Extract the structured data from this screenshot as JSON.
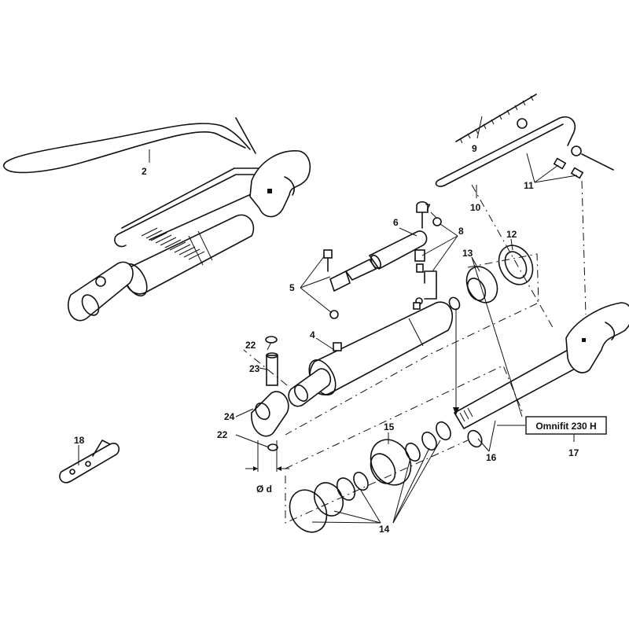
{
  "diagram": {
    "model_label": "Omnifit 230 H",
    "dimension_label": "Ø d",
    "callouts": [
      "2",
      "4",
      "5",
      "6",
      "7",
      "8",
      "9",
      "10",
      "11",
      "12",
      "13",
      "14",
      "15",
      "16",
      "17",
      "18",
      "22",
      "22",
      "23",
      "24"
    ]
  }
}
